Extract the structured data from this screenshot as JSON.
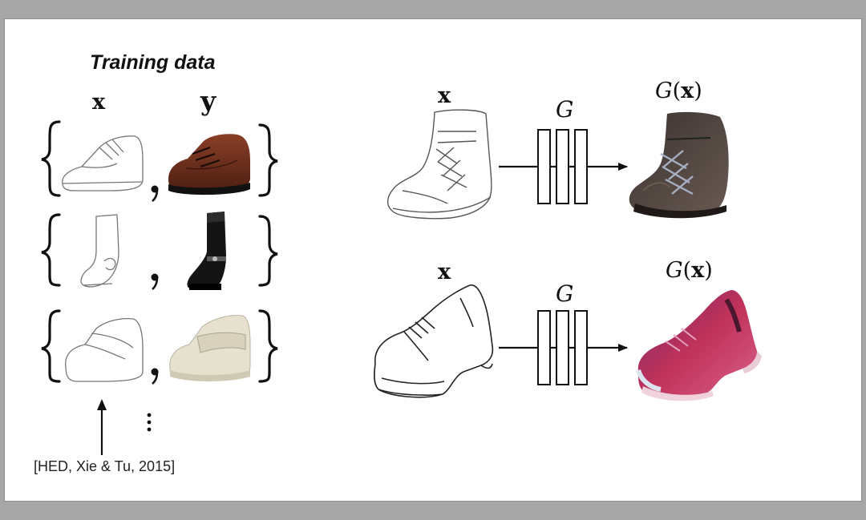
{
  "training": {
    "title": "Training data",
    "col_x_label": "x",
    "col_y_label": "y",
    "citation": "[HED, Xie & Tu, 2015]"
  },
  "rows": [
    {
      "input_label": "x",
      "generator_label": "G",
      "output_label_g": "G",
      "output_label_x": "x"
    },
    {
      "input_label": "x",
      "generator_label": "G",
      "output_label_g": "G",
      "output_label_x": "x"
    }
  ],
  "colors": {
    "background": "#a7a7a7",
    "slide": "#ffffff",
    "ink": "#111111",
    "shoe_brown": "#6b2e1c",
    "boot_black": "#141414",
    "shoe_cream": "#e6e1cf",
    "gen_boot": "#4b3f3a",
    "gen_shoe_pink": "#b2305f"
  }
}
